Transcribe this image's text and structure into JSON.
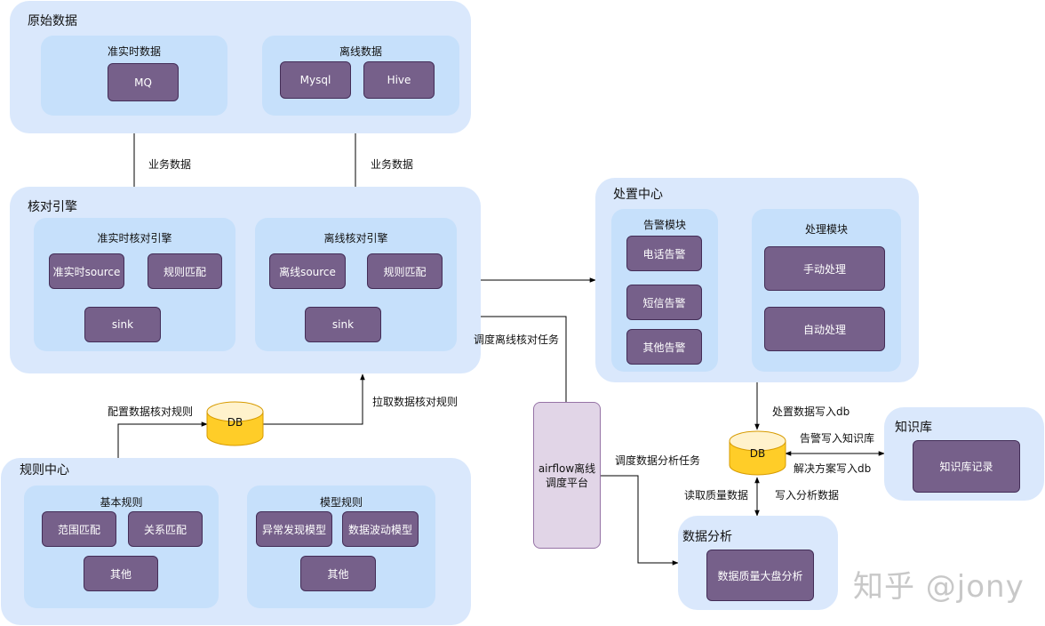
{
  "raw": {
    "title": "原始数据",
    "realtime": {
      "title": "准实时数据",
      "mq": "MQ"
    },
    "offline": {
      "title": "离线数据",
      "mysql": "Mysql",
      "hive": "Hive"
    }
  },
  "engine": {
    "title": "核对引擎",
    "realtime": {
      "title": "准实时核对引擎",
      "source": "准实时source",
      "match": "规则匹配",
      "sink": "sink"
    },
    "offline": {
      "title": "离线核对引擎",
      "source": "离线source",
      "match": "规则匹配",
      "sink": "sink"
    }
  },
  "disposal": {
    "title": "处置中心",
    "alarm": {
      "title": "告警模块",
      "phone": "电话告警",
      "sms": "短信告警",
      "other": "其他告警"
    },
    "handle": {
      "title": "处理模块",
      "manual": "手动处理",
      "auto": "自动处理"
    }
  },
  "rules": {
    "title": "规则中心",
    "basic": {
      "title": "基本规则",
      "range": "范围匹配",
      "relation": "关系匹配",
      "other": "其他"
    },
    "model": {
      "title": "模型规则",
      "anomaly": "异常发现模型",
      "fluctuation": "数据波动模型",
      "other": "其他"
    }
  },
  "knowledge": {
    "title": "知识库",
    "record": "知识库记录"
  },
  "analysis": {
    "title": "数据分析",
    "dashboard": "数据质量大盘分析"
  },
  "db_left": "DB",
  "db_right": "DB",
  "airflow": {
    "line1": "airflow离线",
    "line2": "调度平台"
  },
  "labels": {
    "business_data_1": "业务数据",
    "business_data_2": "业务数据",
    "config_rules": "配置数据核对规则",
    "pull_rules": "拉取数据核对规则",
    "schedule_offline": "调度离线核对任务",
    "schedule_analysis": "调度数据分析任务",
    "write_disposal": "处置数据写入db",
    "alarm_to_kb": "告警写入知识库",
    "solution_to_db": "解决方案写入db",
    "read_quality": "读取质量数据",
    "write_analysis": "写入分析数据"
  },
  "watermark": "知乎 @jony"
}
